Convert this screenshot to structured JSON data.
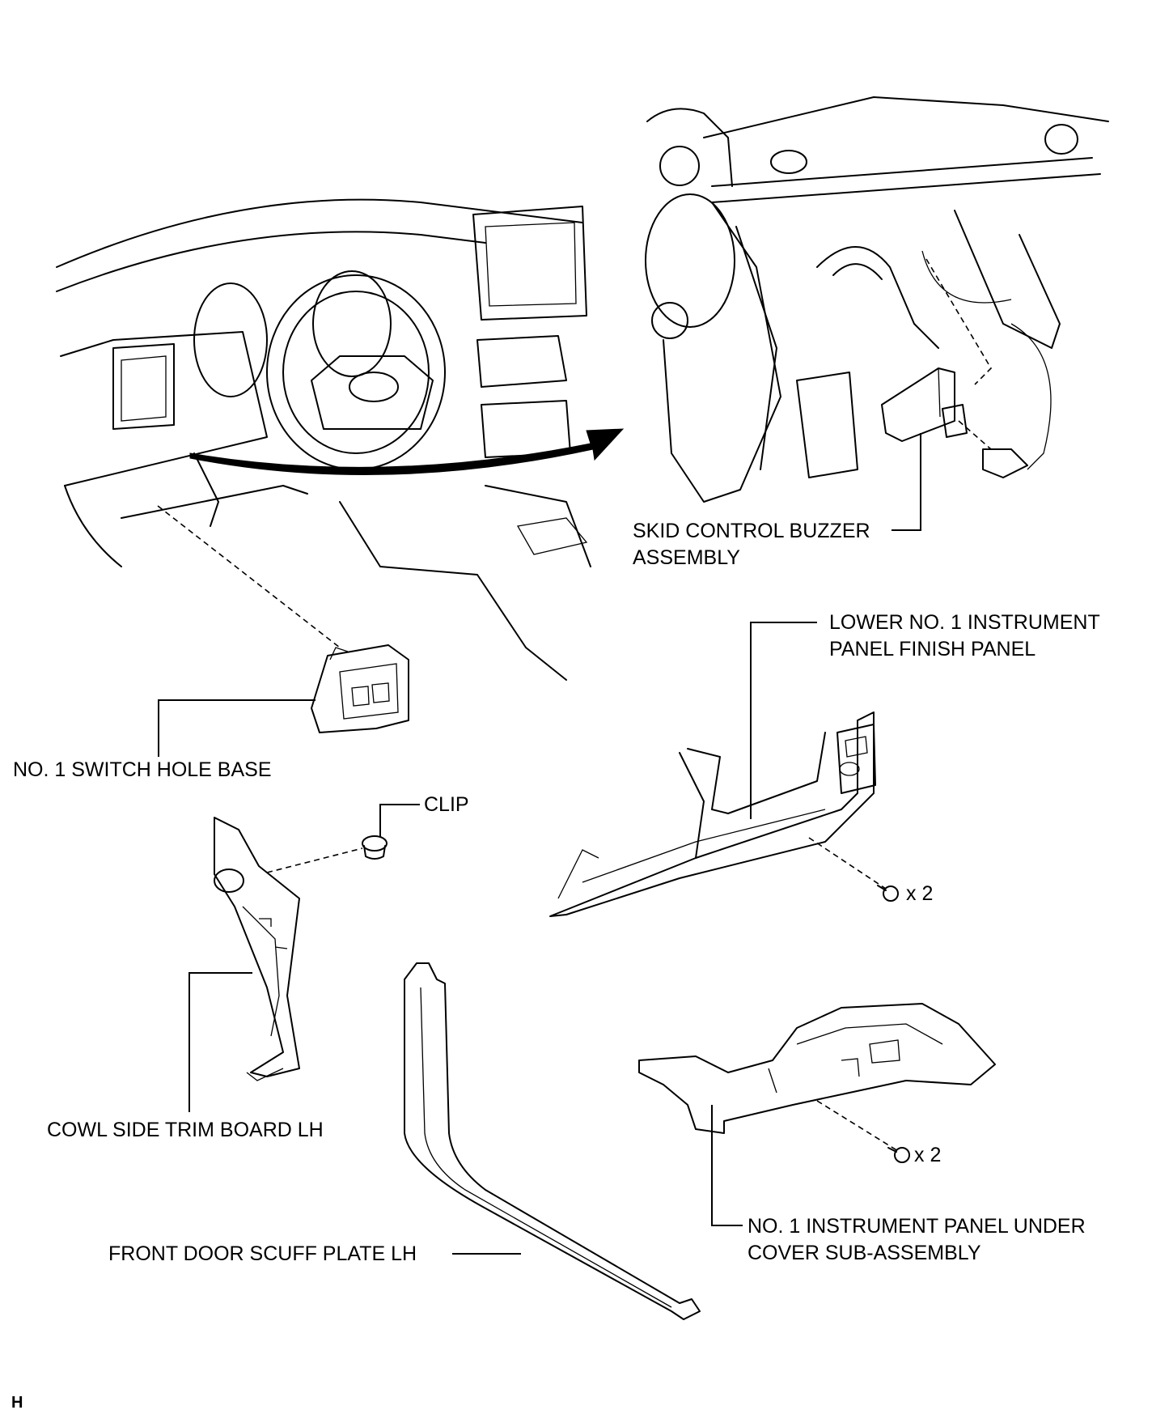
{
  "labels": {
    "skid_control_buzzer": [
      "SKID CONTROL BUZZER",
      "ASSEMBLY"
    ],
    "lower_finish_panel": [
      "LOWER NO. 1 INSTRUMENT",
      "PANEL FINISH PANEL"
    ],
    "switch_hole_base": "NO. 1 SWITCH HOLE BASE",
    "clip": "CLIP",
    "bolt_count_upper": "x 2",
    "cowl_side_trim": "COWL SIDE TRIM BOARD LH",
    "bolt_count_lower": "x 2",
    "under_cover": [
      "NO. 1 INSTRUMENT PANEL UNDER",
      "COVER SUB-ASSEMBLY"
    ],
    "scuff_plate": "FRONT DOOR SCUFF PLATE LH"
  },
  "figure_code": "H"
}
